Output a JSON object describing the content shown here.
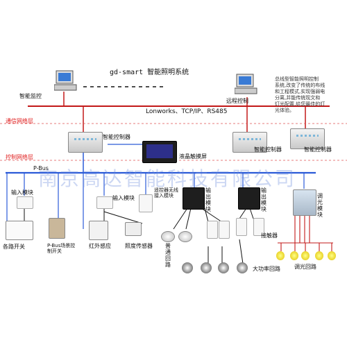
{
  "diagram": {
    "title": "gd-smart 智能照明系统",
    "network_protocols": "Lonworks、TCP/IP、RS485",
    "comm_network_label": "通信网络层",
    "control_network_label": "控制网络层",
    "bus_label": "P-Bus",
    "watermark": "南京高达智能科技有限公司",
    "description_lines": [
      "总线型智能照明控制",
      "系统,改变了传统的布线",
      "和工程模式,实现强弱电",
      "分离,并能传统现文和",
      "灯光配置,给您最佳的灯",
      "光体验。"
    ],
    "nodes": {
      "monitor": "智能监控",
      "remote": "远程控制",
      "controller_left": "智能控制器",
      "controller_mid": "智能控制器",
      "controller_right": "智能控制器",
      "lcd": "液晶触摸屏",
      "input_left": "输入模块",
      "input_mid": "输入模块",
      "remote_ir": "遥控器无线接入模块",
      "output_left": "输出模块",
      "output_right": "输出模块",
      "dimmer": "调光模块",
      "contactor": "接触器",
      "switches": "各路开关",
      "pbus_panel": "P-Bus场景控制开关",
      "ir_sensor": "红外感应",
      "lux_sensor": "照度传感器",
      "normal_loop": "普通回路",
      "high_power": "大功率回路",
      "dimming_loop": "调光回路"
    }
  }
}
